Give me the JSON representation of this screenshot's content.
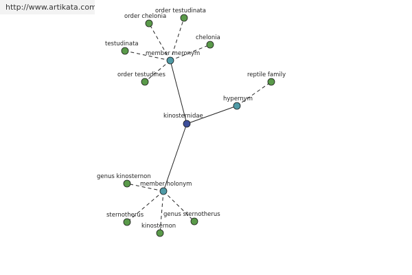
{
  "header": {
    "url_text": "http://www.artikata.com"
  },
  "graph": {
    "nodes": [
      {
        "id": "kinosternidae",
        "label": "kinosternidae",
        "kind": "root"
      },
      {
        "id": "member-meronym",
        "label": "member meronym",
        "kind": "relation"
      },
      {
        "id": "hypernym",
        "label": "hypernym",
        "kind": "relation"
      },
      {
        "id": "member-holonym",
        "label": "member holonym",
        "kind": "relation"
      },
      {
        "id": "order-chelonia",
        "label": "order chelonia",
        "kind": "leaf"
      },
      {
        "id": "order-testudinata",
        "label": "order testudinata",
        "kind": "leaf"
      },
      {
        "id": "testudinata",
        "label": "testudinata",
        "kind": "leaf"
      },
      {
        "id": "chelonia",
        "label": "chelonia",
        "kind": "leaf"
      },
      {
        "id": "order-testudines",
        "label": "order testudines",
        "kind": "leaf"
      },
      {
        "id": "reptile-family",
        "label": "reptile family",
        "kind": "leaf"
      },
      {
        "id": "genus-kinosternon",
        "label": "genus kinosternon",
        "kind": "leaf"
      },
      {
        "id": "sternotherus",
        "label": "sternotherus",
        "kind": "leaf"
      },
      {
        "id": "kinosternon",
        "label": "kinosternon",
        "kind": "leaf"
      },
      {
        "id": "genus-sternotherus",
        "label": "genus sternotherus",
        "kind": "leaf"
      }
    ],
    "edges": [
      {
        "from": "kinosternidae",
        "to": "member-meronym",
        "style": "solid"
      },
      {
        "from": "kinosternidae",
        "to": "hypernym",
        "style": "solid"
      },
      {
        "from": "kinosternidae",
        "to": "member-holonym",
        "style": "solid"
      },
      {
        "from": "member-meronym",
        "to": "order-chelonia",
        "style": "dashed"
      },
      {
        "from": "member-meronym",
        "to": "order-testudinata",
        "style": "dashed"
      },
      {
        "from": "member-meronym",
        "to": "testudinata",
        "style": "dashed"
      },
      {
        "from": "member-meronym",
        "to": "chelonia",
        "style": "dashed"
      },
      {
        "from": "member-meronym",
        "to": "order-testudines",
        "style": "dashed"
      },
      {
        "from": "hypernym",
        "to": "reptile-family",
        "style": "dashed"
      },
      {
        "from": "member-holonym",
        "to": "genus-kinosternon",
        "style": "dashed"
      },
      {
        "from": "member-holonym",
        "to": "sternotherus",
        "style": "dashed"
      },
      {
        "from": "member-holonym",
        "to": "kinosternon",
        "style": "dashed"
      },
      {
        "from": "member-holonym",
        "to": "genus-sternotherus",
        "style": "dashed"
      }
    ]
  },
  "colors": {
    "root": "#3d4f9a",
    "relation": "#4f9aa6",
    "leaf": "#5a9a4a",
    "edge": "#222222",
    "header_bg": "#f3f3f3"
  }
}
